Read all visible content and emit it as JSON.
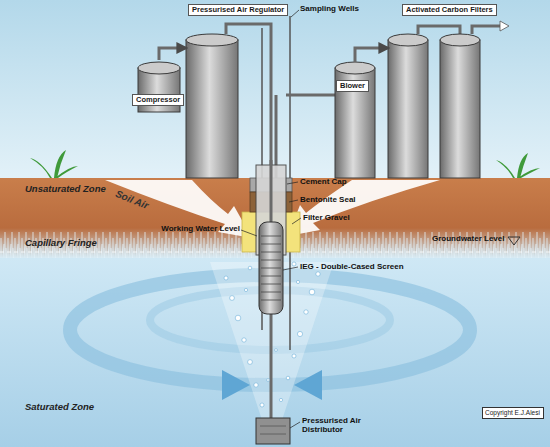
{
  "diagram": {
    "nodes": [
      {
        "text": [
          "Pressurised Air Regulator"
        ]
      },
      {
        "text": [
          "Activated Carbon Filters"
        ]
      },
      {
        "text": [
          "Compressor"
        ]
      },
      {
        "text": [
          "Blower"
        ]
      },
      {
        "text": [
          "Unsaturated Zone"
        ]
      },
      {
        "text": [
          "Capillary Fringe"
        ]
      },
      {
        "text": [
          "Saturated Zone"
        ]
      },
      {
        "text": [
          "Copyright E.J.Alesi"
        ]
      }
    ],
    "edges": [
      {
        "from": 2,
        "to": 0,
        "arrow": "to"
      },
      {
        "from": 3,
        "to": 1,
        "arrow": "to"
      }
    ],
    "labels": [
      "Sampling Wells",
      "Cement Cap",
      "Bentonite Seal",
      "Soil Air",
      "Filter Gravel",
      "Working Water Level",
      "Groundwater Level",
      "IEG - Double-Cased Screen",
      "Pressurised Air Distributor"
    ]
  }
}
